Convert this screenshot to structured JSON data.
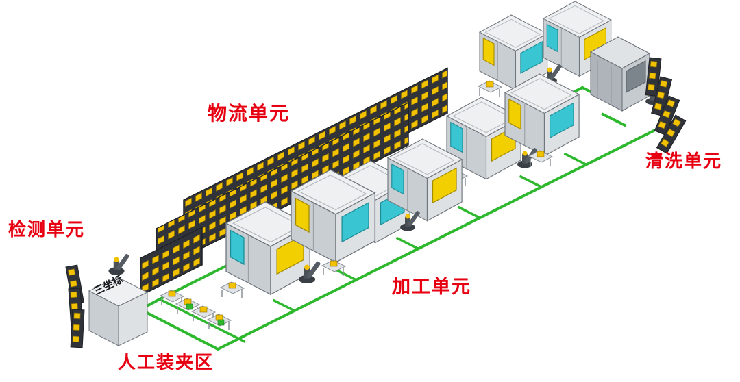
{
  "diagram": {
    "units": {
      "logistics": {
        "label": "物流单元"
      },
      "inspection": {
        "label": "检测单元"
      },
      "machining": {
        "label": "加工单元"
      },
      "cleaning": {
        "label": "清洗单元"
      },
      "manual_loading": {
        "label": "人工装夹区"
      },
      "cmm": {
        "label": "三坐标"
      }
    },
    "colors": {
      "label_red": "#e60012",
      "rail_green": "#2db82d",
      "rack_yellow": "#f2c200",
      "machine_cyan": "#39c5d1",
      "machine_gray": "#d9dde0",
      "rack_frame_dark": "#30343a",
      "background": "#ffffff"
    }
  }
}
